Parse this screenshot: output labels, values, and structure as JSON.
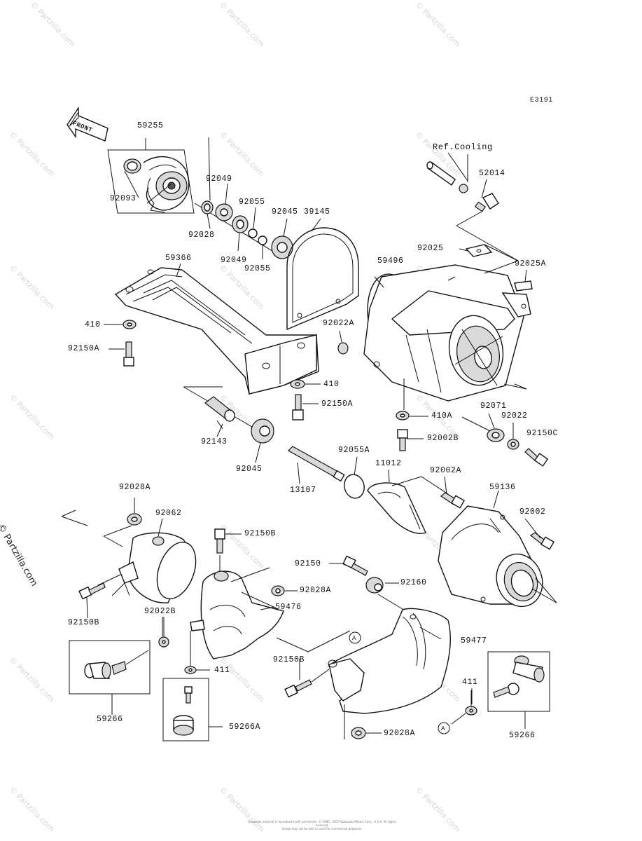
{
  "diagram": {
    "code": "E3191",
    "front_label": "FRONT",
    "ref_note": "Ref.Cooling",
    "callout_letter": "A",
    "parts": [
      {
        "id": "59255"
      },
      {
        "id": "92093"
      },
      {
        "id": "92049"
      },
      {
        "id": "92055"
      },
      {
        "id": "92045"
      },
      {
        "id": "39145"
      },
      {
        "id": "92028"
      },
      {
        "id": "92049"
      },
      {
        "id": "92055"
      },
      {
        "id": "59366"
      },
      {
        "id": "52014"
      },
      {
        "id": "92025"
      },
      {
        "id": "92025A"
      },
      {
        "id": "59496"
      },
      {
        "id": "410"
      },
      {
        "id": "92022A"
      },
      {
        "id": "92150A"
      },
      {
        "id": "410"
      },
      {
        "id": "92150A"
      },
      {
        "id": "410A"
      },
      {
        "id": "92071"
      },
      {
        "id": "92022"
      },
      {
        "id": "92150C"
      },
      {
        "id": "92143"
      },
      {
        "id": "92002B"
      },
      {
        "id": "92045"
      },
      {
        "id": "92055A"
      },
      {
        "id": "11012"
      },
      {
        "id": "92002A"
      },
      {
        "id": "13107"
      },
      {
        "id": "59136"
      },
      {
        "id": "92028A"
      },
      {
        "id": "92062"
      },
      {
        "id": "92002"
      },
      {
        "id": "92150B"
      },
      {
        "id": "92150"
      },
      {
        "id": "92160"
      },
      {
        "id": "92028A"
      },
      {
        "id": "59476"
      },
      {
        "id": "92150B"
      },
      {
        "id": "92022B"
      },
      {
        "id": "59477"
      },
      {
        "id": "92150B"
      },
      {
        "id": "411"
      },
      {
        "id": "411"
      },
      {
        "id": "59266"
      },
      {
        "id": "59266A"
      },
      {
        "id": "92028A"
      },
      {
        "id": "59266"
      }
    ]
  },
  "watermarks": {
    "small": "© Partzilla.com",
    "large": "© Partzilla.com"
  },
  "footer": {
    "line1": "Kawasaki material is reproduced with permission. © 1985 - 2017 Kawasaki Motors Corp., U.S.A. All rights reserved.",
    "line2": "Image may not be sold or used for commercial purposes."
  },
  "colors": {
    "ink": "#111111",
    "shade": "#d9d9d9",
    "watermark": "#d6d6d6",
    "background": "#ffffff"
  }
}
